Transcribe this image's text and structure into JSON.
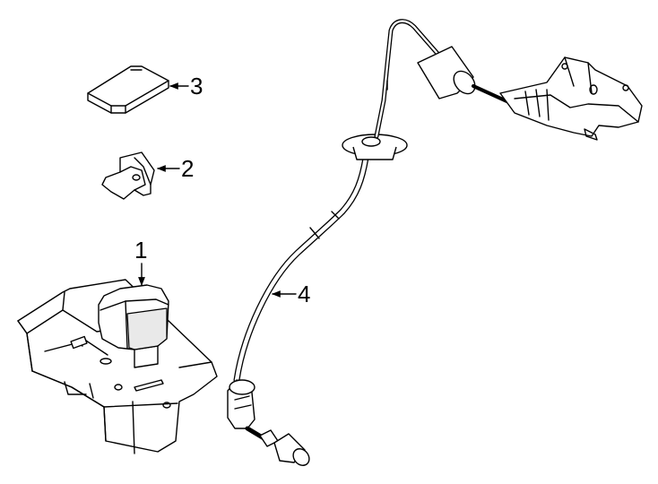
{
  "diagram": {
    "callouts": [
      {
        "id": "1",
        "label": "1"
      },
      {
        "id": "2",
        "label": "2"
      },
      {
        "id": "3",
        "label": "3"
      },
      {
        "id": "4",
        "label": "4"
      }
    ],
    "parts": [
      {
        "callout": "1",
        "icon": "shift-lever-assembly"
      },
      {
        "callout": "2",
        "icon": "bracket-clip"
      },
      {
        "callout": "3",
        "icon": "knob-cover-pad"
      },
      {
        "callout": "4",
        "icon": "shift-cable-assembly"
      }
    ]
  }
}
